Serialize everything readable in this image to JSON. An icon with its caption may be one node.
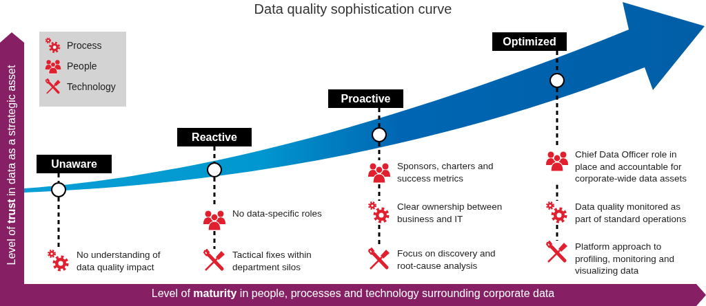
{
  "diagram": {
    "title": "Data quality sophistication curve",
    "nodes": [
      {
        "text": [
          "Unaware"
        ]
      },
      {
        "text": [],
        "shape": "circle"
      },
      {
        "text": [
          "No understanding of data quality impact"
        ]
      },
      {
        "text": [
          "Reactive"
        ]
      },
      {
        "text": [],
        "shape": "circle"
      },
      {
        "text": [
          "No data-specific roles"
        ]
      },
      {
        "text": [
          "Tactical fixes within department silos"
        ]
      },
      {
        "text": [
          "Proactive"
        ]
      },
      {
        "text": [],
        "shape": "circle"
      },
      {
        "text": [
          "Sponsors, charters and success metrics"
        ]
      },
      {
        "text": [
          "Clear ownership between business and IT"
        ]
      },
      {
        "text": [
          "Focus on discovery and root-cause analysis"
        ]
      },
      {
        "text": [
          "Optimized"
        ]
      },
      {
        "text": [],
        "shape": "circle"
      },
      {
        "text": [
          "Chief Data Officer role in place and accountable for corporate-wide data assets"
        ]
      },
      {
        "text": [
          "Data quality monitored as part of standard operations"
        ]
      },
      {
        "text": [
          "Platform approach to profiling, monitoring and visualizing data"
        ]
      }
    ],
    "edges": [
      {
        "from": 0,
        "to": 1,
        "arrow": "none",
        "style": "dashed"
      },
      {
        "from": 1,
        "to": 2,
        "arrow": "none",
        "style": "dashed"
      },
      {
        "from": 3,
        "to": 4,
        "arrow": "none",
        "style": "dashed"
      },
      {
        "from": 4,
        "to": 5,
        "arrow": "none",
        "style": "dashed"
      },
      {
        "from": 5,
        "to": 6,
        "arrow": "none",
        "style": "dashed"
      },
      {
        "from": 7,
        "to": 8,
        "arrow": "none",
        "style": "dashed"
      },
      {
        "from": 8,
        "to": 9,
        "arrow": "none",
        "style": "dashed"
      },
      {
        "from": 9,
        "to": 10,
        "arrow": "none",
        "style": "dashed"
      },
      {
        "from": 10,
        "to": 11,
        "arrow": "none",
        "style": "dashed"
      },
      {
        "from": 12,
        "to": 13,
        "arrow": "none",
        "style": "dashed"
      },
      {
        "from": 13,
        "to": 14,
        "arrow": "none",
        "style": "dashed"
      },
      {
        "from": 14,
        "to": 15,
        "arrow": "none",
        "style": "dashed"
      },
      {
        "from": 15,
        "to": 16,
        "arrow": "none",
        "style": "dashed"
      }
    ],
    "labels": [
      "Level of **trust** in data as a strategic asset",
      "Level of **maturity** in people, processes and technology surrounding corporate data"
    ],
    "legend": [
      {
        "text": "Process"
      },
      {
        "text": "People"
      },
      {
        "text": "Technology"
      }
    ]
  }
}
